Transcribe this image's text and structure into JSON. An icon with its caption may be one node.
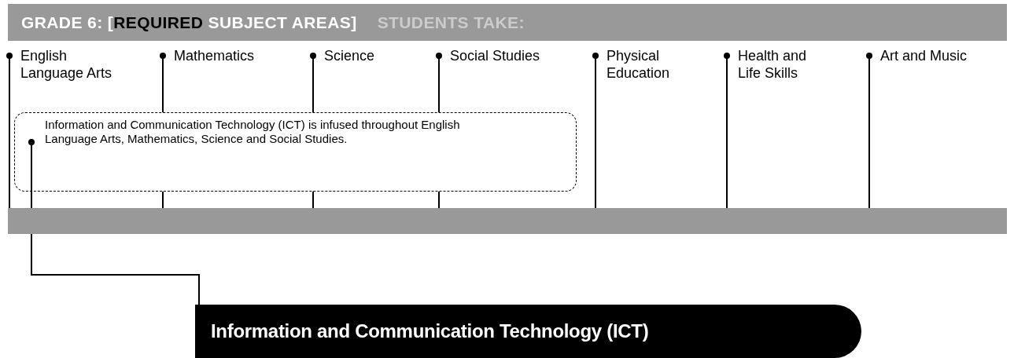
{
  "diagram": {
    "nodes": [
      {
        "text": [
          "GRADE 6: [**REQUIRED** SUBJECT AREAS]",
          "STUDENTS TAKE:"
        ]
      },
      {
        "text": [
          "English Language Arts"
        ]
      },
      {
        "text": [
          "Mathematics"
        ]
      },
      {
        "text": [
          "Science"
        ]
      },
      {
        "text": [
          "Social Studies"
        ]
      },
      {
        "text": [
          "Physical Education"
        ]
      },
      {
        "text": [
          "Health and Life Skills"
        ]
      },
      {
        "text": [
          "Art and Music"
        ]
      },
      {
        "text": [
          "Information and Communication Technology (ICT) is infused throughout English Language Arts, Mathematics, Science and Social Studies."
        ]
      },
      {
        "text": [],
        "shape": "bar"
      },
      {
        "text": [
          "Information and Communication Technology (ICT)"
        ]
      }
    ],
    "edges": [
      {
        "from": 1,
        "to": 9,
        "arrow": "other"
      },
      {
        "from": 2,
        "to": 8,
        "arrow": "other"
      },
      {
        "from": 3,
        "to": 8,
        "arrow": "other"
      },
      {
        "from": 4,
        "to": 8,
        "arrow": "other"
      },
      {
        "from": 5,
        "to": 9,
        "arrow": "other"
      },
      {
        "from": 6,
        "to": 9,
        "arrow": "other"
      },
      {
        "from": 7,
        "to": 9,
        "arrow": "other"
      },
      {
        "from": 8,
        "to": 9,
        "arrow": "other"
      },
      {
        "from": 8,
        "to": 9,
        "arrow": "none"
      },
      {
        "from": 8,
        "to": 9,
        "arrow": "none"
      },
      {
        "from": 8,
        "to": 9,
        "arrow": "none"
      },
      {
        "from": 9,
        "to": 10,
        "arrow": "none"
      }
    ]
  }
}
